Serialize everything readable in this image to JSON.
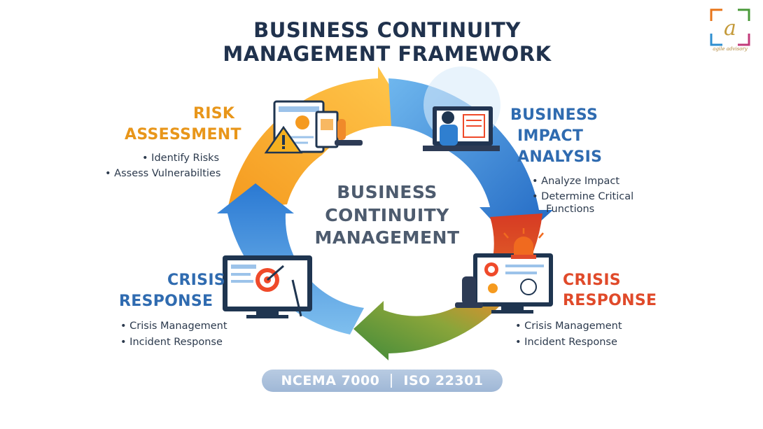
{
  "title": {
    "line1": "BUSINESS CONTINUITY",
    "line2": "MANAGEMENT FRAMEWORK"
  },
  "center": {
    "line1": "BUSINESS",
    "line2": "CONTINUITY",
    "line3": "MANAGEMENT"
  },
  "stages": {
    "risk": {
      "head1": "RISK",
      "head2": "ASSESSMENT",
      "bullets": [
        "• Identify Risks",
        "• Assess Vulnerabilties"
      ],
      "color": "#e8961a",
      "icon": "report-warning-illustration"
    },
    "bia": {
      "head1": "BUSINESS",
      "head2": "IMPACT",
      "head3": "ANALYSIS",
      "bullets": [
        "• Analyze Impact",
        "• Determine Critical",
        "Functions"
      ],
      "color": "#2f6bb0",
      "icon": "analyst-monitor-illustration"
    },
    "crisis_left": {
      "head1": "CRISIS",
      "head2": "RESPONSE",
      "bullets": [
        "• Crisis Management",
        "• Incident Response"
      ],
      "color": "#2f6bb0",
      "icon": "target-monitor-illustration"
    },
    "crisis_right": {
      "head1": "CRISIS",
      "head2": "RESPONSE",
      "bullets": [
        "• Crisis Management",
        "• Incident Response"
      ],
      "color": "#e04a2a",
      "icon": "alarm-monitor-illustration"
    }
  },
  "standards": {
    "left": "NCEMA 7000",
    "right": "ISO 22301"
  },
  "logo": {
    "letter": "a",
    "tagline": "agile advisory"
  },
  "colors": {
    "title": "#20324d",
    "orange": "#f0a020",
    "blue": "#2f7fd0",
    "red": "#d9472a",
    "green": "#4a8a3a"
  }
}
